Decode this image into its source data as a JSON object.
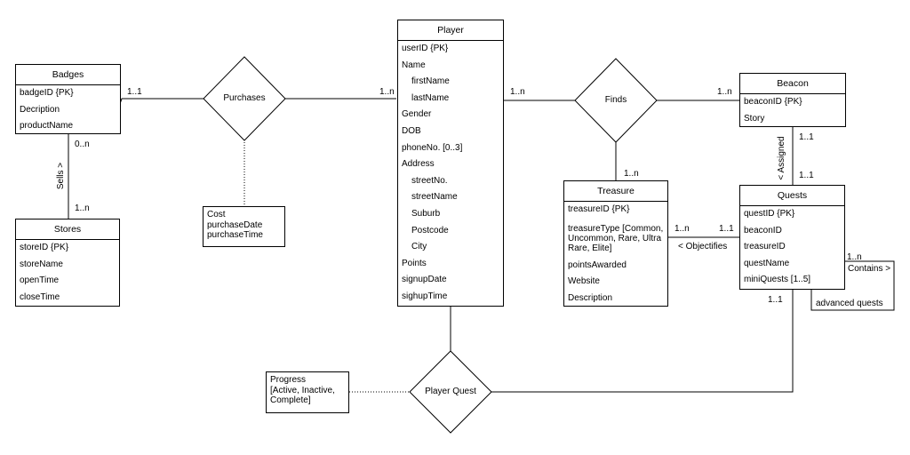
{
  "entities": {
    "badges": {
      "title": "Badges",
      "attributes": [
        "badgeID {PK}",
        "Decription",
        "productName"
      ]
    },
    "stores": {
      "title": "Stores",
      "attributes": [
        "storeID {PK}",
        "storeName",
        "openTime",
        "closeTime"
      ]
    },
    "player": {
      "title": "Player",
      "attributes": [
        "userID {PK}",
        "Name",
        "firstName",
        "lastName",
        "Gender",
        "DOB",
        "phoneNo. [0..3]",
        "Address",
        "streetNo.",
        "streetName",
        "Suburb",
        "Postcode",
        "City",
        "Points",
        "signupDate",
        "sighupTime"
      ]
    },
    "beacon": {
      "title": "Beacon",
      "attributes": [
        "beaconID {PK}",
        "Story"
      ]
    },
    "treasure": {
      "title": "Treasure",
      "attributes": [
        "treasureID {PK}",
        "treasureType [Common, Uncommon, Rare, Ultra Rare, Elite]",
        "pointsAwarded",
        "Website",
        "Description"
      ]
    },
    "quests": {
      "title": "Quests",
      "attributes": [
        "questID {PK}",
        "beaconID",
        "treasureID",
        "questName",
        "miniQuests [1..5]"
      ]
    }
  },
  "relationships": {
    "purchases": "Purchases",
    "finds": "Finds",
    "player_quest": "Player Quest"
  },
  "notes": {
    "purchases_attrs": "Cost\npurchaseDate\npurchaseTime",
    "progress": "Progress\n[Active, Inactive,\nComplete]",
    "advanced_quests": "advanced quests"
  },
  "labels": {
    "sells": "Sells >",
    "assigned": "< Assigned",
    "objectifies": "< Objectifies",
    "contains": "Contains >"
  },
  "cardinalities": {
    "badges_purchases": "1..1",
    "purchases_player": "1..n",
    "player_finds": "1..n",
    "finds_beacon": "1..n",
    "finds_treasure": "1..n",
    "badges_sells": "0..n",
    "sells_stores": "1..n",
    "beacon_assigned": "1..1",
    "assigned_quests": "1..1",
    "treasure_objectifies": "1..n",
    "objectifies_quests": "1..1",
    "quests_contains": "1..n",
    "quests_player_quest": "1..1"
  }
}
